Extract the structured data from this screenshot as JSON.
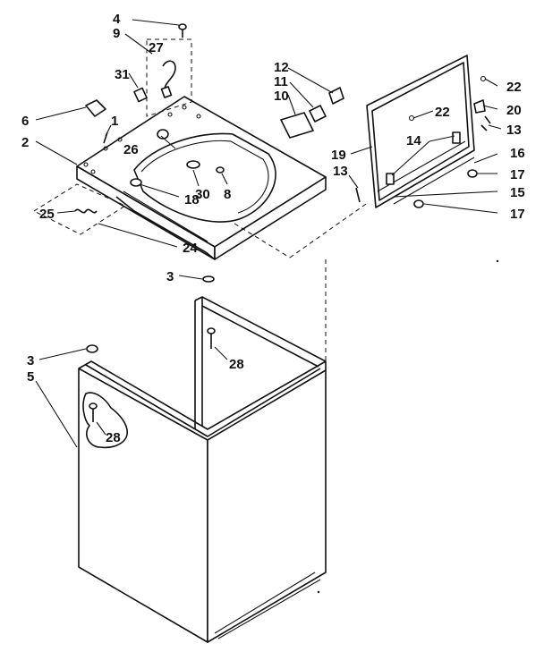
{
  "callouts": {
    "c1": "1",
    "c2": "2",
    "c3a": "3",
    "c3b": "3",
    "c4": "4",
    "c5": "5",
    "c6": "6",
    "c8": "8",
    "c9": "9",
    "c10": "10",
    "c11": "11",
    "c12": "12",
    "c13a": "13",
    "c13b": "13",
    "c14": "14",
    "c15": "15",
    "c16": "16",
    "c17a": "17",
    "c17b": "17",
    "c18": "18",
    "c19": "19",
    "c20": "20",
    "c22a": "22",
    "c22b": "22",
    "c24": "24",
    "c25": "25",
    "c26": "26",
    "c27": "27",
    "c28a": "28",
    "c28b": "28",
    "c30": "30",
    "c31": "31"
  },
  "colors": {
    "ink": "#111111",
    "paper": "#ffffff"
  }
}
